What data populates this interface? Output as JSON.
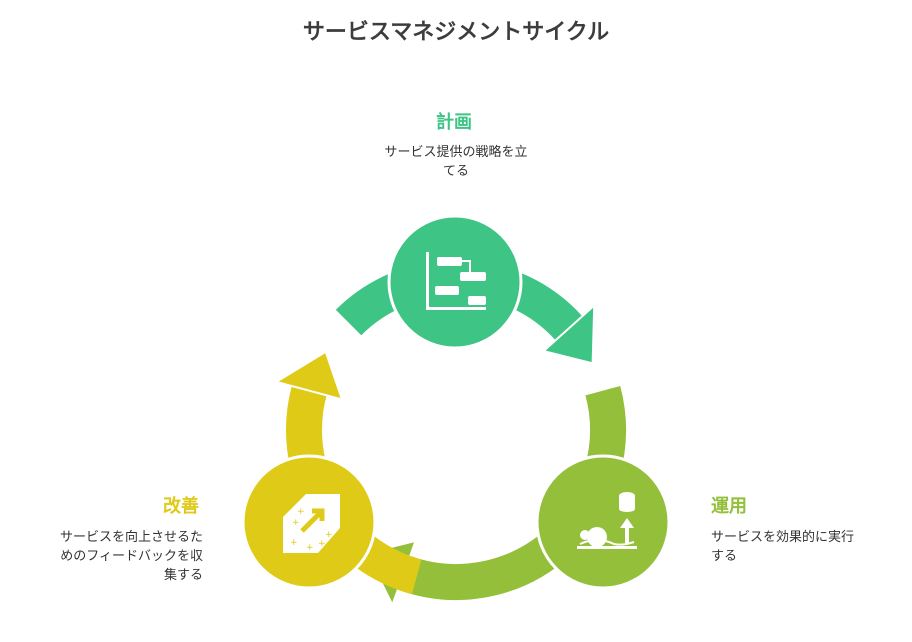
{
  "title": "サービスマネジメントサイクル",
  "colors": {
    "plan": "#3EC484",
    "operate": "#93BF3A",
    "improve": "#DFCB17"
  },
  "stages": [
    {
      "id": "plan",
      "label": "計画",
      "description_lines": [
        "サービス提供の戦略を立",
        "てる"
      ],
      "icon": "gantt-chart-icon"
    },
    {
      "id": "operate",
      "label": "運用",
      "description_lines": [
        "サービスを効果的に実行",
        "する"
      ],
      "icon": "gear-database-growth-icon"
    },
    {
      "id": "improve",
      "label": "改善",
      "description_lines": [
        "サービスを向上させるた",
        "めのフィードバックを収",
        "集する"
      ],
      "icon": "expand-arrow-icon"
    }
  ]
}
